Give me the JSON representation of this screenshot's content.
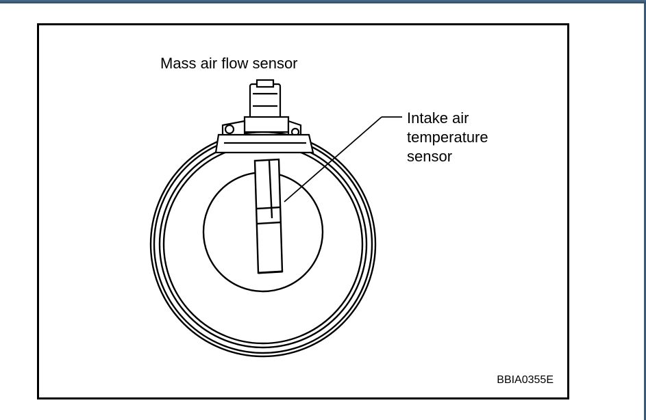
{
  "diagram": {
    "labels": {
      "mass_air_flow_sensor": "Mass air flow sensor",
      "intake_air_temperature_sensor": [
        "Intake air",
        "temperature",
        "sensor"
      ]
    },
    "figure_code": "BBIA0355E"
  }
}
